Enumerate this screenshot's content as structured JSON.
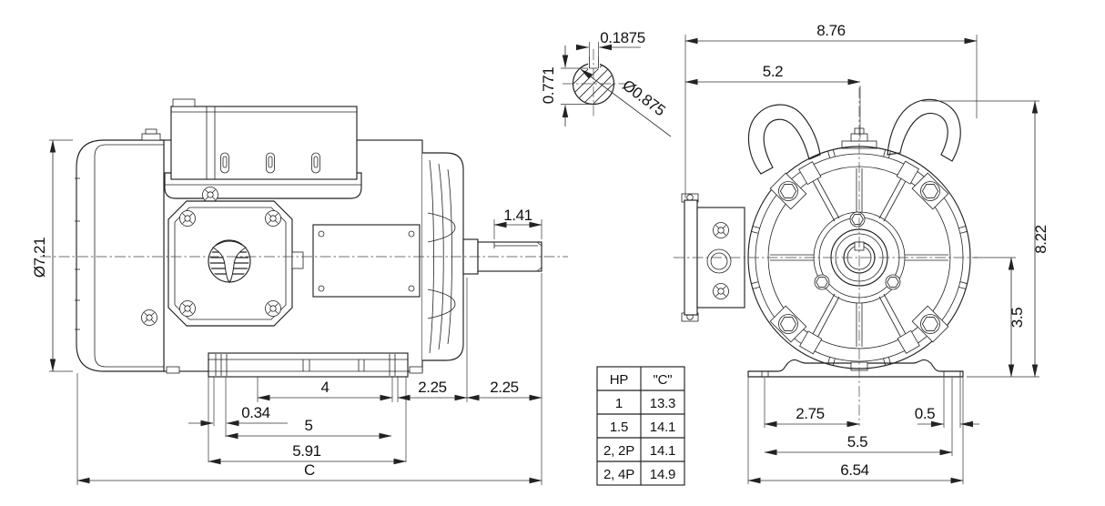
{
  "colors": {
    "line": "#222222",
    "background": "#ffffff"
  },
  "shaft_detail": {
    "keyway_width": "0.1875",
    "flat_height": "0.771",
    "diameter": "Ø0.875"
  },
  "side_view": {
    "frame_diameter": "Ø7.21",
    "shaft_extension": "1.41",
    "foot_hole_span": "4",
    "dim_2_25_left": "2.25",
    "dim_2_25_right": "2.25",
    "foot_lead": "0.34",
    "foot_length": "5",
    "base_length": "5.91",
    "overall_length": "C"
  },
  "front_view": {
    "overall_width": "8.76",
    "center_offset": "5.2",
    "overall_height": "8.22",
    "center_to_base": "3.5",
    "hole_to_center": "2.75",
    "slot_width": "0.5",
    "hole_spacing": "5.5",
    "foot_width": "6.54"
  },
  "hp_table": {
    "headers": [
      "HP",
      "\"C\""
    ],
    "rows": [
      [
        "1",
        "13.3"
      ],
      [
        "1.5",
        "14.1"
      ],
      [
        "2, 2P",
        "14.1"
      ],
      [
        "2, 4P",
        "14.9"
      ]
    ]
  }
}
